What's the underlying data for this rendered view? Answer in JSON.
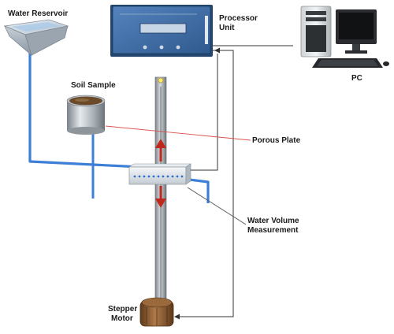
{
  "labels": {
    "water_reservoir": "Water Reservoir",
    "processor_line1": "Processor",
    "processor_line2": "Unit",
    "pc": "PC",
    "soil_sample": "Soil Sample",
    "porous_plate": "Porous Plate",
    "water_volume_line1": "Water Volume",
    "water_volume_line2": "Measurement",
    "stepper_line1": "Stepper",
    "stepper_line2": "Motor"
  },
  "colors": {
    "water_tube": "#3d7fd6",
    "processor_panel": "#3f6fa6",
    "leader_red": "#d9534f",
    "arrow_red": "#c0281e",
    "motor_brown": "#8a5a33"
  }
}
